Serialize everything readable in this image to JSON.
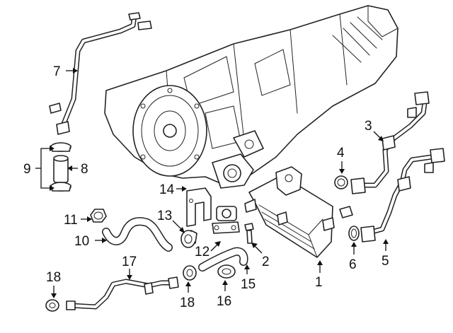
{
  "callouts": [
    {
      "id": "1",
      "text": "1"
    },
    {
      "id": "2",
      "text": "2"
    },
    {
      "id": "3",
      "text": "3"
    },
    {
      "id": "4",
      "text": "4"
    },
    {
      "id": "5",
      "text": "5"
    },
    {
      "id": "6",
      "text": "6"
    },
    {
      "id": "7",
      "text": "7"
    },
    {
      "id": "8",
      "text": "8"
    },
    {
      "id": "9",
      "text": "9"
    },
    {
      "id": "10",
      "text": "10"
    },
    {
      "id": "11",
      "text": "11"
    },
    {
      "id": "12",
      "text": "12"
    },
    {
      "id": "13",
      "text": "13"
    },
    {
      "id": "14",
      "text": "14"
    },
    {
      "id": "15",
      "text": "15"
    },
    {
      "id": "16",
      "text": "16"
    },
    {
      "id": "17",
      "text": "17"
    },
    {
      "id": "18a",
      "text": "18"
    },
    {
      "id": "18b",
      "text": "18"
    }
  ]
}
